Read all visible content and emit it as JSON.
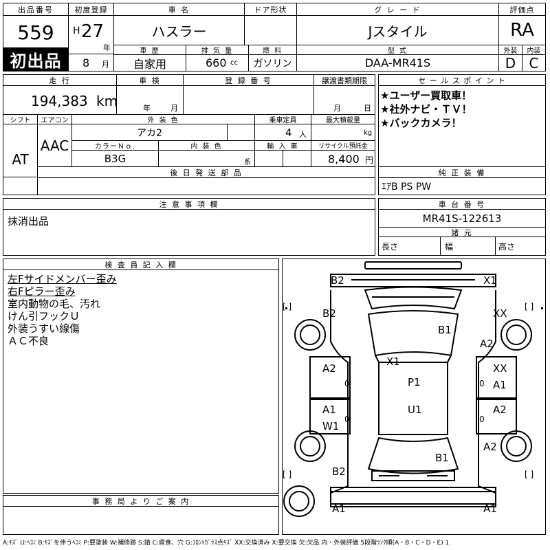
{
  "header": {
    "lot_label": "出品番号",
    "lot_number": "559",
    "first_listing": "初出品",
    "first_reg_label": "初度登録",
    "era": "H",
    "year": "27",
    "year_unit": "年",
    "month": "8",
    "month_unit": "月",
    "name_label": "車 名",
    "car_name": "ハスラー",
    "door_label": "ドア形状",
    "door_value": "",
    "grade_label": "グ レ ー ド",
    "grade_value": "Jスタイル",
    "score_label": "評価点",
    "score_value": "RA",
    "history_label": "車 歴",
    "history_value": "自家用",
    "disp_label": "排 気 量",
    "disp_value": "660",
    "disp_unit": "cc",
    "fuel_label": "燃 料",
    "fuel_value": "ガソリン",
    "model_label": "型 式",
    "model_value": "DAA-MR41S",
    "ext_label": "外装",
    "ext_value": "D",
    "int_label": "内装",
    "int_value": "C"
  },
  "mid": {
    "mileage_label": "走 行",
    "mileage_value": "194,383",
    "mileage_unit": "km",
    "inspection_label": "車 検",
    "insp_year": "年",
    "insp_month": "月",
    "reg_label": "登 録 番 号",
    "reg_value": "",
    "transfer_label": "譲渡書類期限",
    "transfer_month": "月",
    "transfer_day": "日",
    "shift_label": "シフト",
    "shift_value": "AT",
    "ac_label": "エアコン",
    "ac_value": "AAC",
    "color_label": "外 装 色",
    "color_value": "アカ2",
    "capacity_label": "乗車定員",
    "capacity_value": "4",
    "capacity_unit": "人",
    "load_label": "最大積載量",
    "load_unit": "kg",
    "colorno_label": "カラーＮｏ.",
    "colorno_value": "B3G",
    "interior_label": "内 装 色",
    "interior_unit": "系",
    "import_label": "輸 入 車",
    "recycle_label": "リサイクル預託金",
    "recycle_value": "8,400",
    "recycle_unit": "円",
    "later_label": "後 日 発 送 部 品"
  },
  "sales": {
    "label": "セ ー ル ス ポ イ ン ト",
    "points": [
      "★ユーザー買取車！",
      "★社外ナビ・ＴＶ！",
      "★バックカメラ！"
    ],
    "equip_label": "純 正 装 備",
    "equip_value": "ｴｱB PS PW"
  },
  "notes": {
    "label": "注 意 事 項 欄",
    "value": "抹消出品"
  },
  "chassis": {
    "label": "車 台 番 号",
    "value": "MR41S-122613",
    "spec_label": "諸 元",
    "length": "長さ",
    "width": "幅",
    "height": "高さ"
  },
  "inspector": {
    "label": "検 査 員 記 入 欄",
    "lines": [
      "左Fサイドメンバー歪み",
      "右Fピラー歪み",
      "室内動物の毛、汚れ",
      "けん引フックＵ",
      "外装うすい線傷",
      "ＡＣ不良"
    ]
  },
  "office": {
    "label": "事 務 局 よ り ご 案 内"
  },
  "footer": "A:ｷｽﾞ U:ﾍｺﾐ B:ｷｽﾞを伴うﾍｺﾐ P:要塗装 W:補修跡 S:錆 C:腐食、穴 G:ﾌﾛﾝﾄｶﾞﾗｽ点ｷｽﾞ XX:交換済み X:要交換 欠:欠品 内・外装評価 5段階ﾗﾝｸ順(A・B・C・D・E) 1",
  "diagram": {
    "marks": [
      "B2",
      "X1",
      "B2",
      "XX",
      "B1",
      "A2",
      "X1",
      "XX",
      "A2",
      "A1",
      "P1",
      "A1",
      "U1",
      "A2",
      "W1",
      "A2",
      "B1",
      "B2",
      "A1",
      "A1"
    ],
    "zeros": [
      "0",
      "0",
      "0",
      "0"
    ],
    "bracket": "[ ]"
  }
}
